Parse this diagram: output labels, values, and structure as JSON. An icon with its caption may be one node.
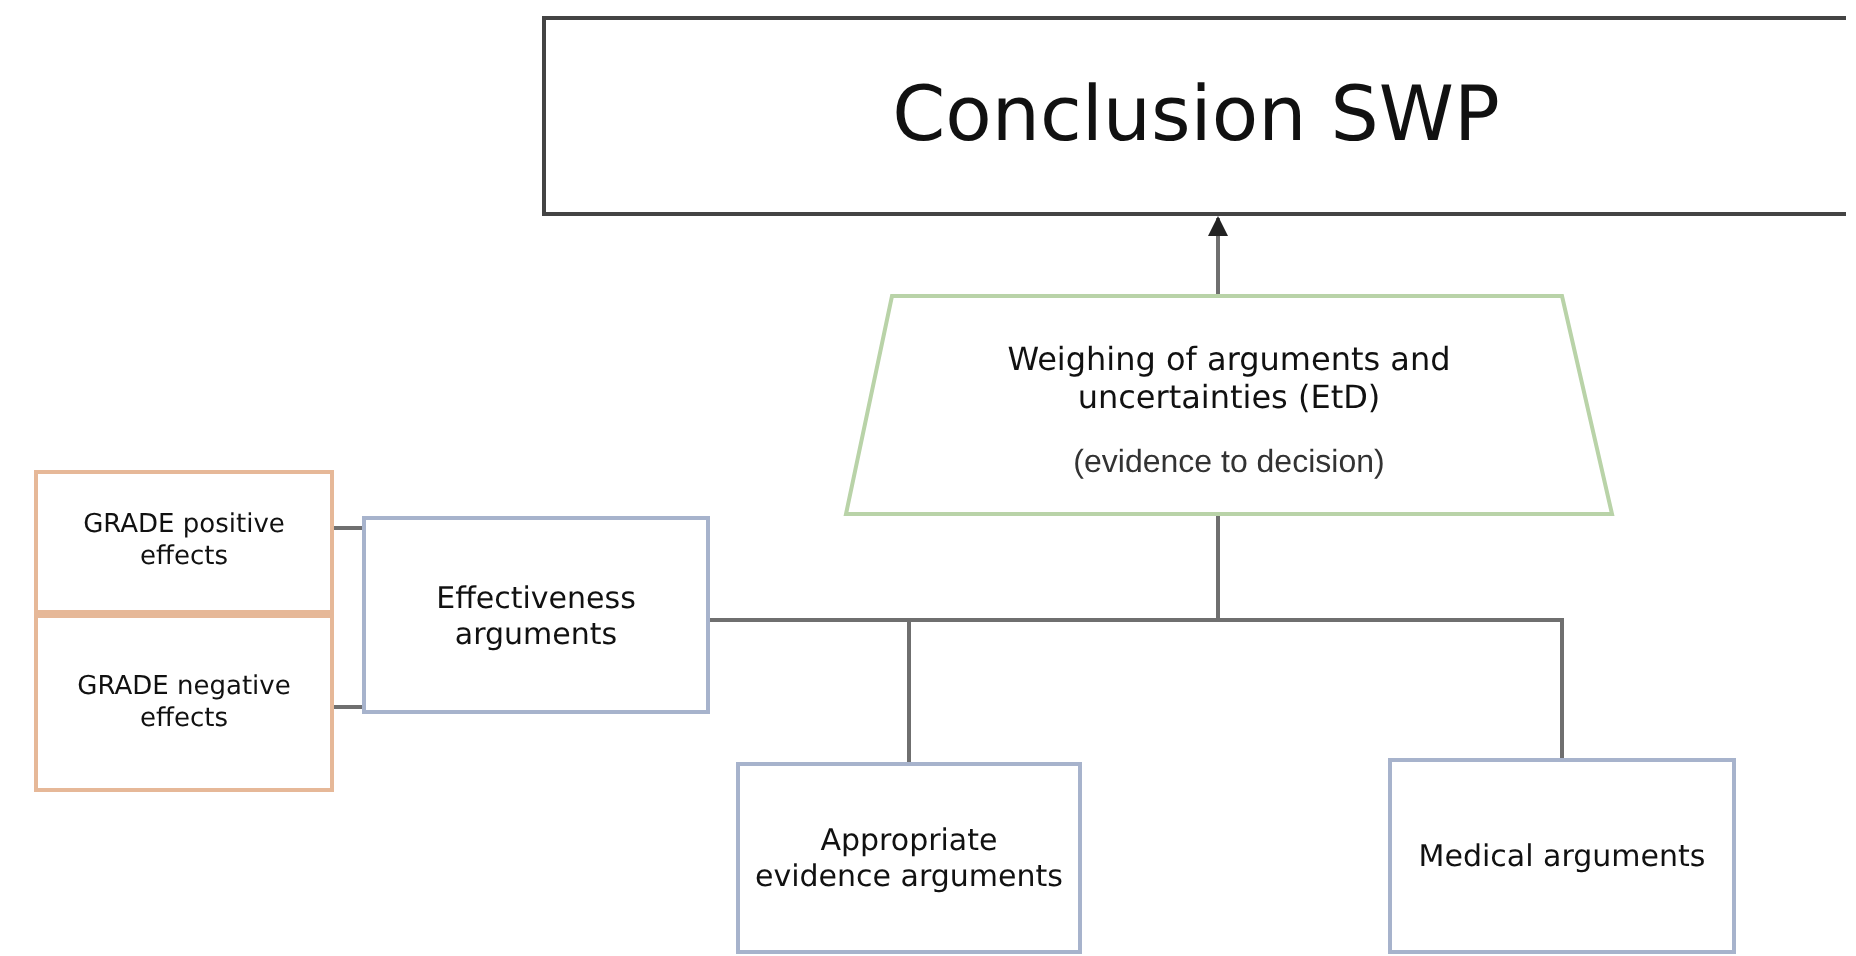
{
  "diagram": {
    "nodes": [
      {
        "text": [
          "Conclusion SWP"
        ]
      },
      {
        "text": [
          "Weighing of arguments and uncertainties (EtD)",
          "(evidence to decision)"
        ]
      },
      {
        "text": [
          "GRADE positive effects"
        ]
      },
      {
        "text": [
          "GRADE negative effects"
        ]
      },
      {
        "text": [
          "Effectiveness arguments"
        ]
      },
      {
        "text": [
          "Appropriate evidence arguments"
        ]
      },
      {
        "text": [
          "Medical arguments"
        ]
      }
    ],
    "edges": [
      {
        "from": 1,
        "to": 0,
        "arrow": "to"
      },
      {
        "from": 2,
        "to": 4,
        "arrow": "none"
      },
      {
        "from": 3,
        "to": 4,
        "arrow": "none"
      },
      {
        "from": 4,
        "to": 1,
        "arrow": "none"
      },
      {
        "from": 5,
        "to": 1,
        "arrow": "none"
      },
      {
        "from": 6,
        "to": 1,
        "arrow": "none"
      }
    ]
  }
}
